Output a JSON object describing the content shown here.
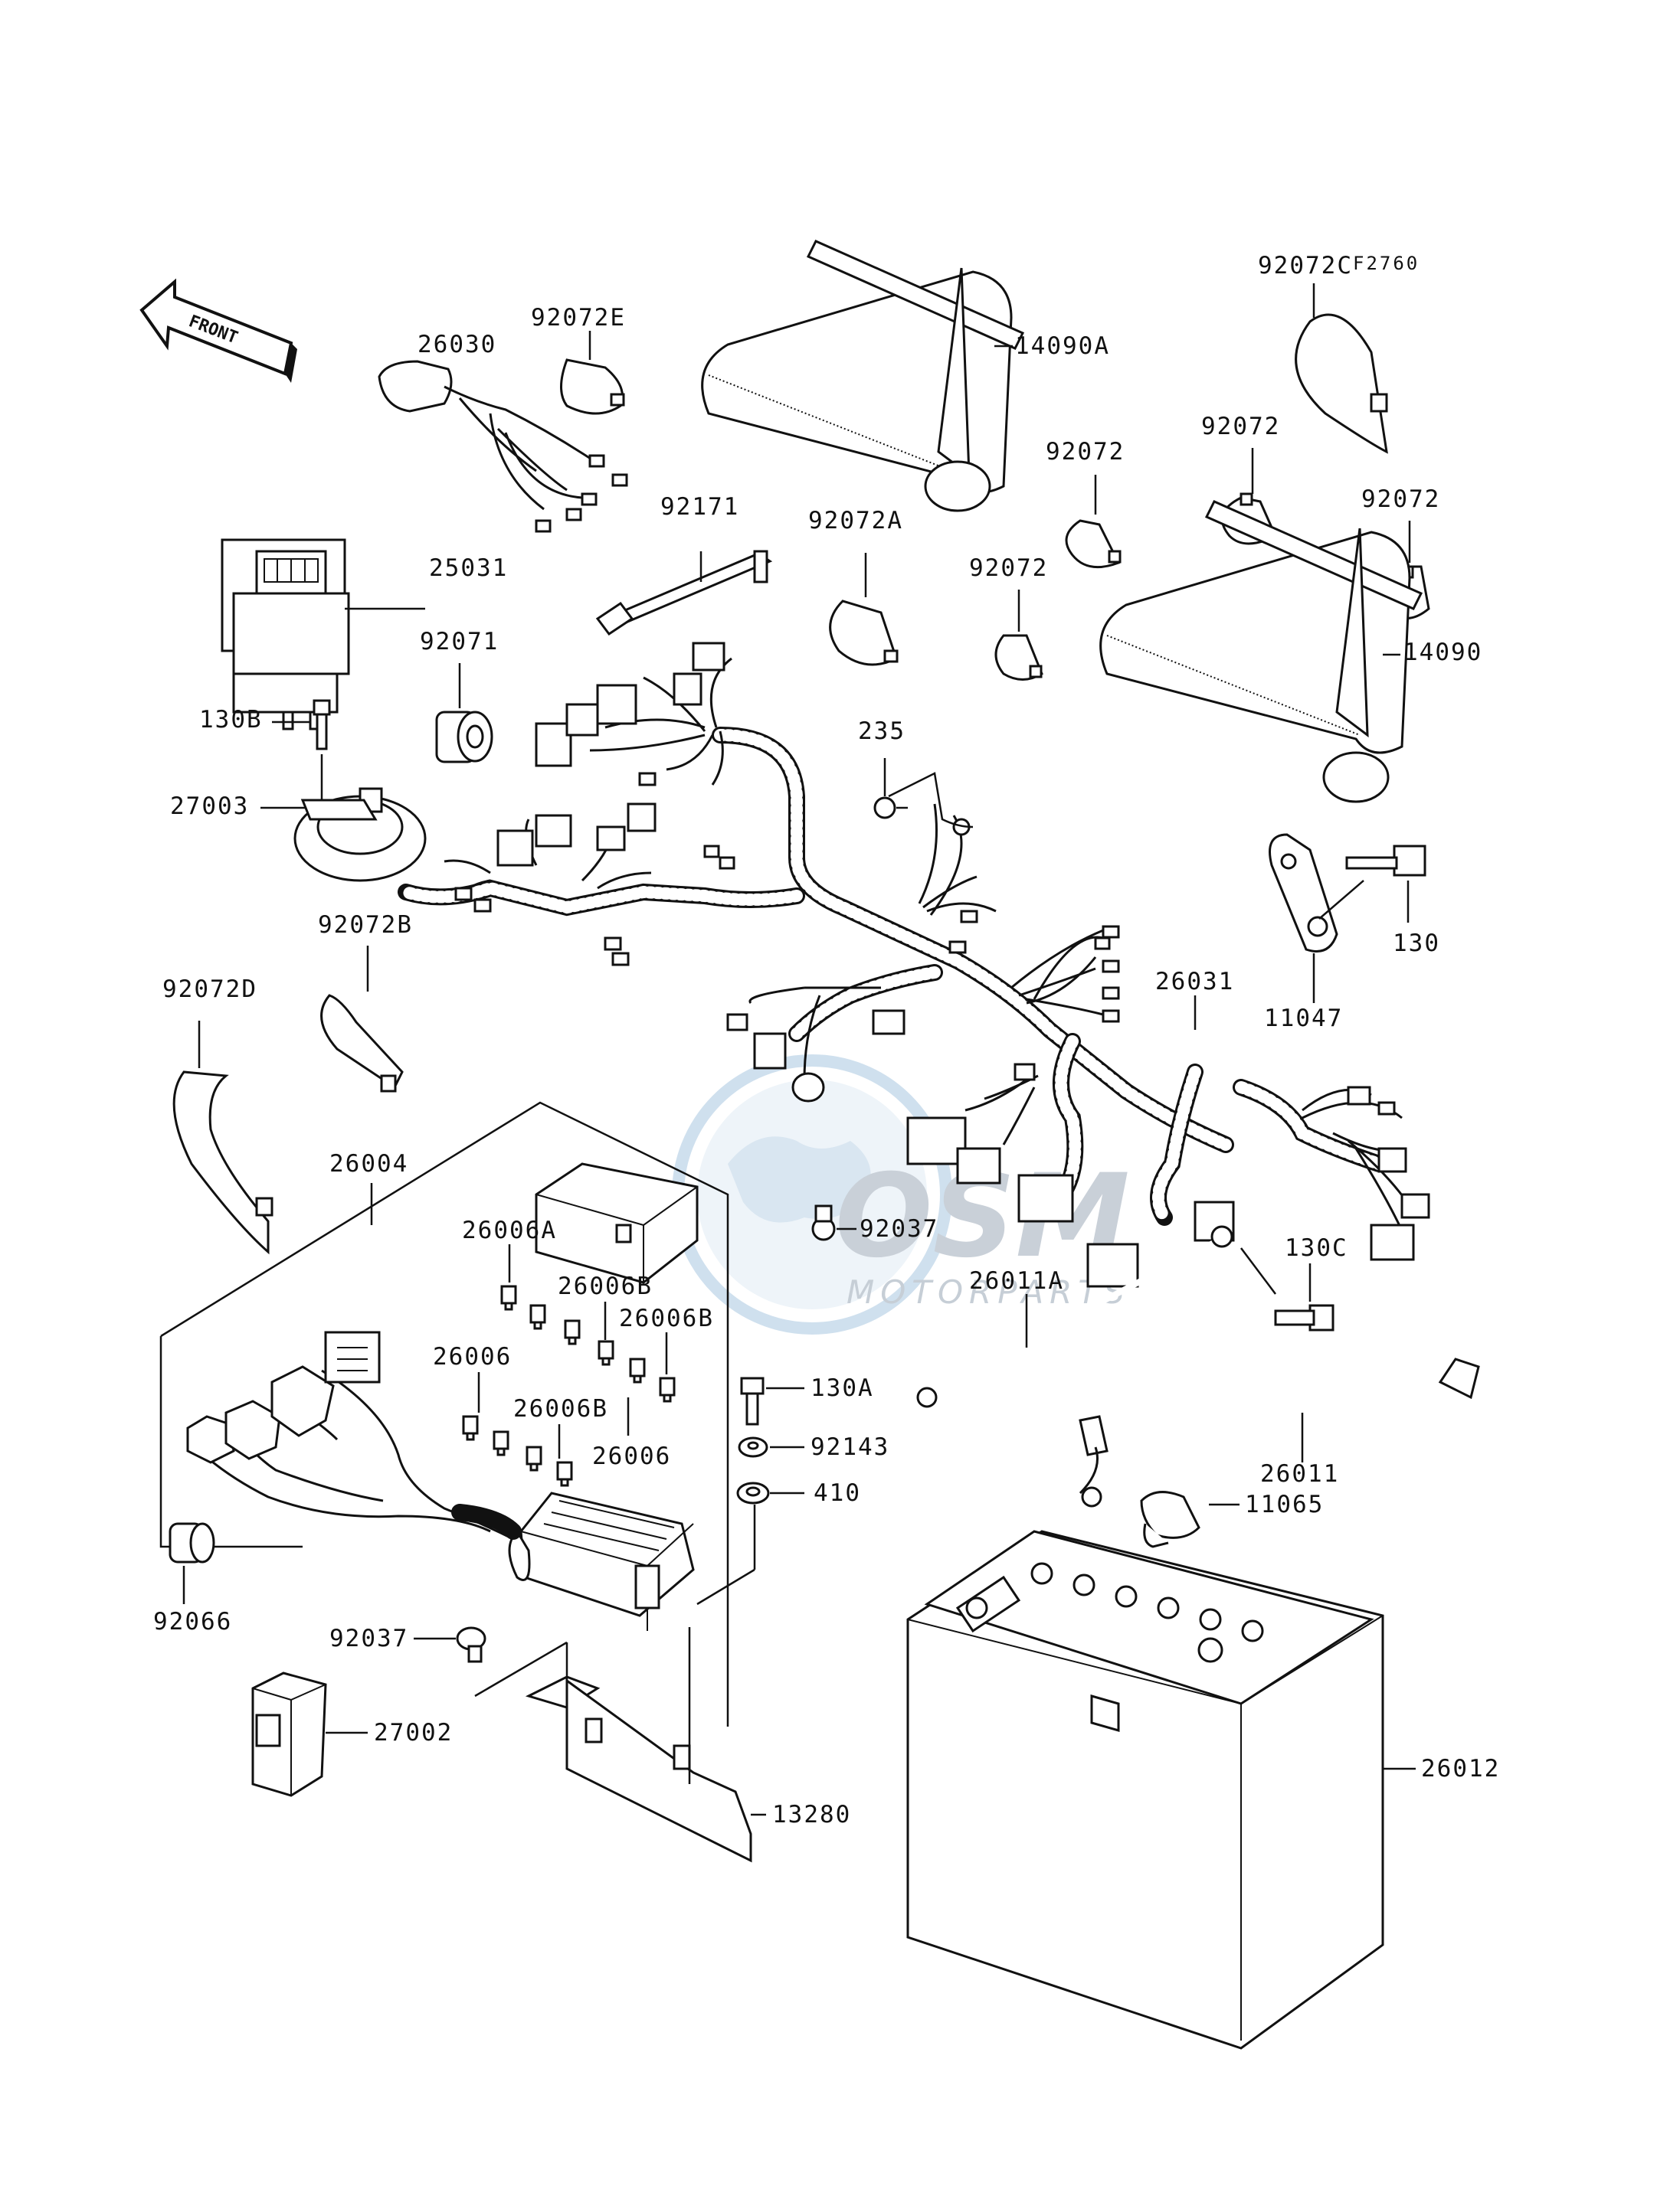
{
  "diagram": {
    "ref_code": "F2760",
    "front_label": "FRONT",
    "watermark": {
      "brand": "OSM",
      "subtitle": "MOTORPARTS"
    },
    "parts": [
      {
        "id": "92072E",
        "label": "92072E"
      },
      {
        "id": "26030",
        "label": "26030"
      },
      {
        "id": "14090A",
        "label": "14090A"
      },
      {
        "id": "92072C",
        "label": "92072C"
      },
      {
        "id": "92072-a",
        "label": "92072"
      },
      {
        "id": "92072-b",
        "label": "92072"
      },
      {
        "id": "92072-c",
        "label": "92072"
      },
      {
        "id": "92072-d",
        "label": "92072"
      },
      {
        "id": "92171",
        "label": "92171"
      },
      {
        "id": "92072A",
        "label": "92072A"
      },
      {
        "id": "25031",
        "label": "25031"
      },
      {
        "id": "14090",
        "label": "14090"
      },
      {
        "id": "92071",
        "label": "92071"
      },
      {
        "id": "235",
        "label": "235"
      },
      {
        "id": "130B",
        "label": "130B"
      },
      {
        "id": "27003",
        "label": "27003"
      },
      {
        "id": "130",
        "label": "130"
      },
      {
        "id": "92072B",
        "label": "92072B"
      },
      {
        "id": "11047",
        "label": "11047"
      },
      {
        "id": "92072D",
        "label": "92072D"
      },
      {
        "id": "26031",
        "label": "26031"
      },
      {
        "id": "26004",
        "label": "26004"
      },
      {
        "id": "92037-a",
        "label": "92037"
      },
      {
        "id": "26006A",
        "label": "26006A"
      },
      {
        "id": "130C",
        "label": "130C"
      },
      {
        "id": "26006B-a",
        "label": "26006B"
      },
      {
        "id": "26011A",
        "label": "26011A"
      },
      {
        "id": "26006B-b",
        "label": "26006B"
      },
      {
        "id": "26006-a",
        "label": "26006"
      },
      {
        "id": "130A",
        "label": "130A"
      },
      {
        "id": "26006B-c",
        "label": "26006B"
      },
      {
        "id": "92143",
        "label": "92143"
      },
      {
        "id": "26006-b",
        "label": "26006"
      },
      {
        "id": "26011",
        "label": "26011"
      },
      {
        "id": "410",
        "label": "410"
      },
      {
        "id": "11065",
        "label": "11065"
      },
      {
        "id": "92066",
        "label": "92066"
      },
      {
        "id": "92037-b",
        "label": "92037"
      },
      {
        "id": "27002",
        "label": "27002"
      },
      {
        "id": "26012",
        "label": "26012"
      },
      {
        "id": "13280",
        "label": "13280"
      }
    ]
  }
}
